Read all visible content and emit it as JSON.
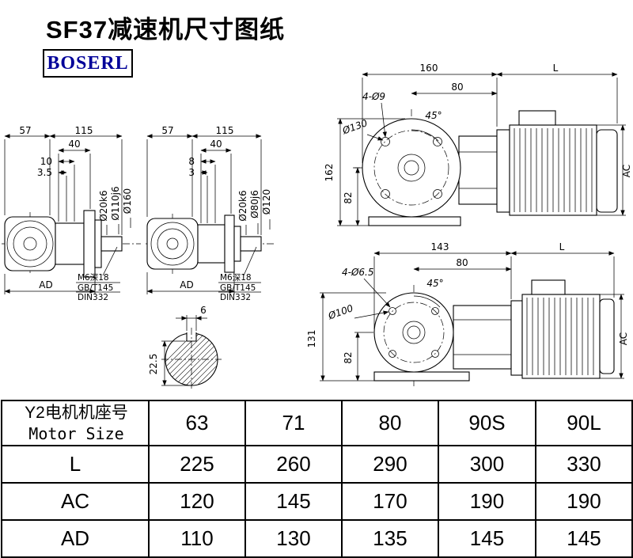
{
  "title": "SF37减速机尺寸图纸",
  "logo": "BOSERL",
  "views": {
    "side1": {
      "w57": "57",
      "w115": "115",
      "w40": "40",
      "w10": "10",
      "w35": "3.5",
      "shaft": "Ø20k6",
      "spigot": "Ø110j6",
      "flange": "Ø160",
      "ad": "AD",
      "note1": "M6深18",
      "note2": "GB/T145",
      "note3": "DIN332"
    },
    "side2": {
      "w57": "57",
      "w115": "115",
      "w40": "40",
      "w8": "8",
      "w3": "3",
      "shaft": "Ø20k6",
      "spigot": "Ø80j6",
      "flange": "Ø120",
      "ad": "AD",
      "note1": "M6深18",
      "note2": "GB/T145",
      "note3": "DIN332"
    },
    "front1": {
      "w160": "160",
      "len": "L",
      "w80": "80",
      "holes": "4-Ø9",
      "angle": "45°",
      "bolt_circle": "Ø130",
      "h162": "162",
      "h82": "82",
      "ac": "AC"
    },
    "front2": {
      "w143": "143",
      "len": "L",
      "w80": "80",
      "holes": "4-Ø6.5",
      "angle": "45°",
      "bolt_circle": "Ø100",
      "h131": "131",
      "h82": "82",
      "ac": "AC"
    },
    "section": {
      "key_width": "6",
      "key_depth": "22.5"
    }
  },
  "table": {
    "header_cn": "Y2电机机座号",
    "header_en": "Motor Size",
    "motor_sizes": [
      "63",
      "71",
      "80",
      "90S",
      "90L"
    ],
    "rows": [
      {
        "label": "L",
        "values": [
          "225",
          "260",
          "290",
          "300",
          "330"
        ]
      },
      {
        "label": "AC",
        "values": [
          "120",
          "145",
          "170",
          "190",
          "190"
        ]
      },
      {
        "label": "AD",
        "values": [
          "110",
          "130",
          "135",
          "145",
          "145"
        ]
      }
    ]
  },
  "colors": {
    "line": "#000000",
    "logo_text": "#000099",
    "background": "#ffffff"
  }
}
